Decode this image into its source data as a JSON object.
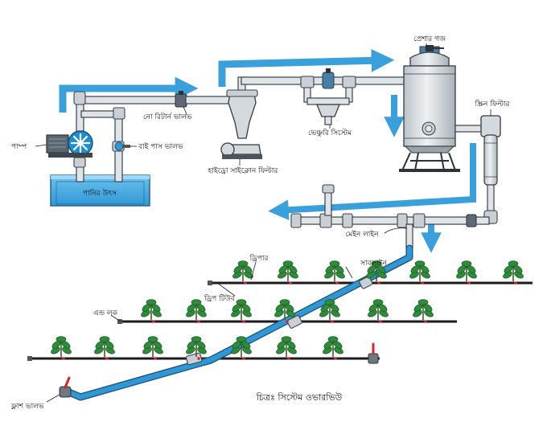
{
  "labels": {
    "pressure_gauge": "প্রেশার গজ",
    "screen_filter": "স্ক্রিন ফিল্টার",
    "non_return_valve": "নো রিটার্ন ভালভ",
    "pump": "পাম্প",
    "bypass_valve": "বাই পাস ভালভ",
    "water_source": "পানির উৎস",
    "venturi_system": "ভেঞ্চুরি সিস্টেম",
    "hydrocyclone_filter": "হাইড্রো সাইক্লোন ফিল্টার",
    "main_line": "মেইন লাইন",
    "dripper": "ড্রিপার",
    "sub_line": "সাবলাইন",
    "drip_tube": "ড্রিপ টিউব",
    "end_lock": "এন্ড লক",
    "flush_valve": "ফ্লাশ ভালভ"
  },
  "caption": "চিত্রঃ সিস্টেম ওভারভিউ",
  "colors": {
    "water_blue": "#2f97d6",
    "flow_arrow": "#3aa0dc",
    "pipe_grey": "#dfe4e8",
    "outline": "#3b4248",
    "drip_tube": "#1b1b1b",
    "valve_red": "#d8232a",
    "leaf_green": "#2e8b3a"
  },
  "icons": {
    "pump": "pump-icon",
    "fan": "pump-fan-icon",
    "plant": "plant-icon",
    "valve": "valve-icon",
    "arrow": "flow-arrow-icon"
  }
}
